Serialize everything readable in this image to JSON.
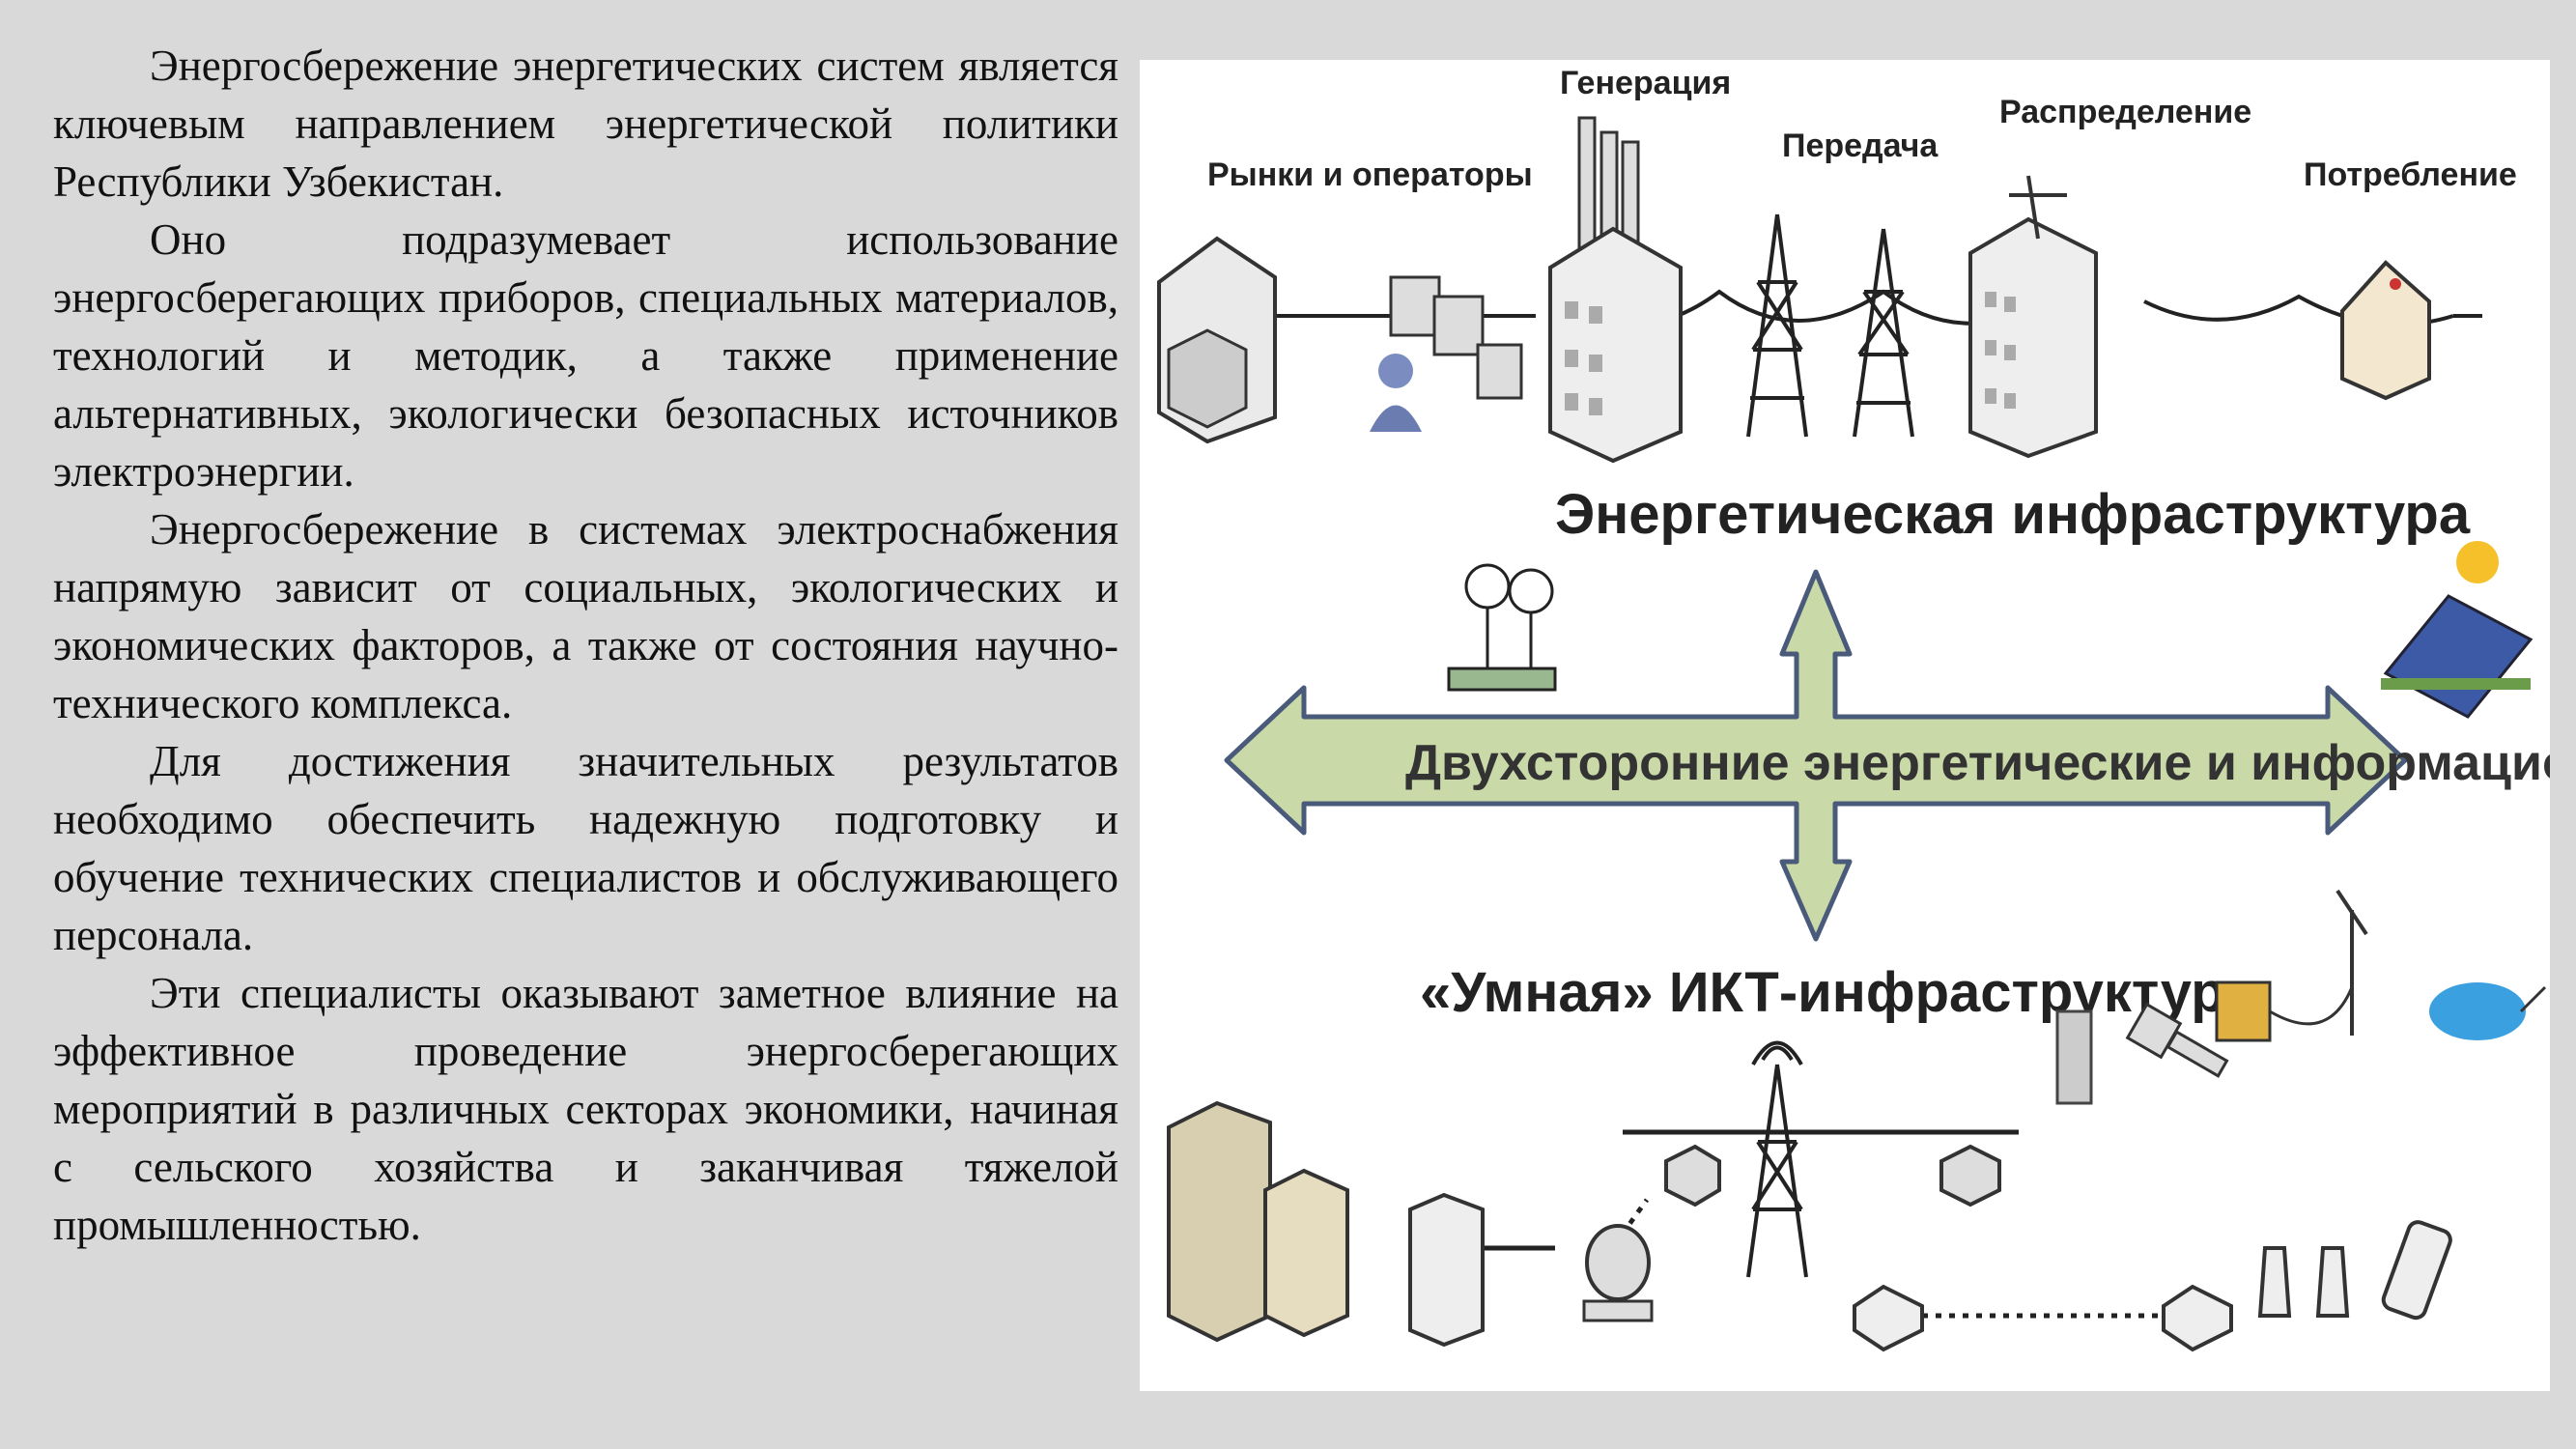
{
  "text": {
    "paragraphs": [
      "Энергосбережение энергетических систем является ключевым направлением энергетической политики Республики Узбекистан.",
      "Оно подразумевает использование энергосберегающих приборов, специальных материалов, технологий и методик, а также применение альтернативных, экологически безопасных источников электроэнергии.",
      "Энергосбережение в системах электроснабжения напрямую зависит от социальных, экологических и экономических факторов, а также от состояния научно-технического комплекса.",
      "Для достижения значительных результатов необходимо обеспечить надежную подготовку и обучение технических специалистов и обслуживающего персонала.",
      "Эти специалисты оказывают заметное влияние на эффективное проведение энергосберегающих мероприятий в различных секторах экономики, начиная с сельского хозяйства и заканчивая тяжелой промышленностью."
    ]
  },
  "diagram": {
    "top_labels": {
      "markets": "Рынки и операторы",
      "generation": "Генерация",
      "transmission": "Передача",
      "distribution": "Распределение",
      "consumption": "Потребление"
    },
    "energy_infrastructure": "Энергетическая инфраструктура",
    "bidirectional_flows": "Двухсторонние энергетические и информационные потоки",
    "smart_ict": "«Умная» ИКТ-инфраструктура",
    "colors": {
      "arrow_fill": "#c9d9a8",
      "arrow_stroke": "#4a5a7a",
      "background": "#d9d9d9",
      "figure_bg": "#ffffff"
    }
  }
}
